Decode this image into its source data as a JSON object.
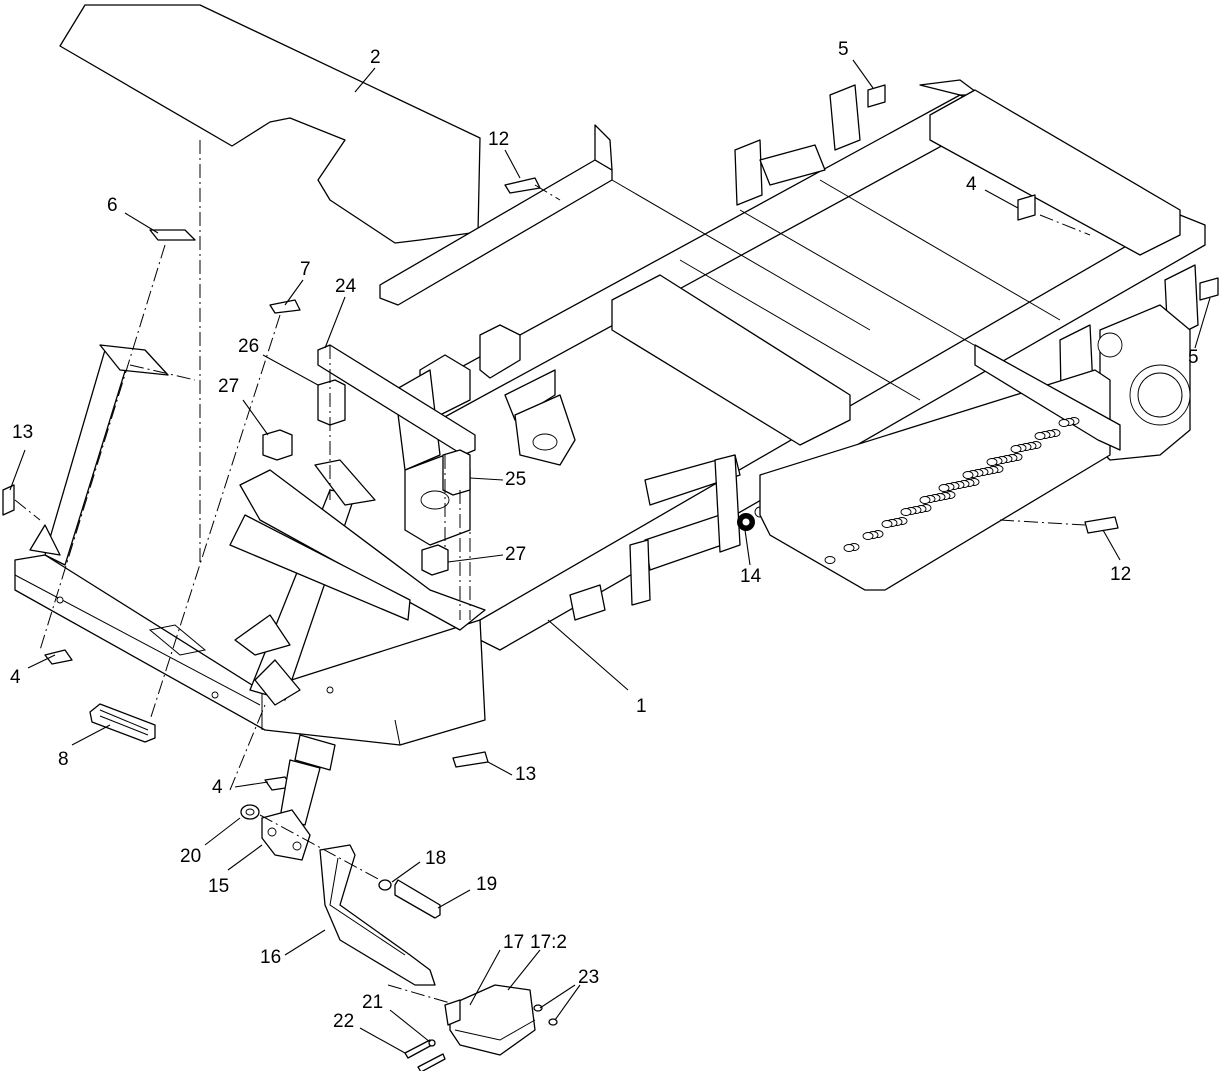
{
  "callouts": [
    {
      "id": "c2",
      "text": "2"
    },
    {
      "id": "c5a",
      "text": "5"
    },
    {
      "id": "c12a",
      "text": "12"
    },
    {
      "id": "c4a",
      "text": "4"
    },
    {
      "id": "c6",
      "text": "6"
    },
    {
      "id": "c7",
      "text": "7"
    },
    {
      "id": "c24",
      "text": "24"
    },
    {
      "id": "c26",
      "text": "26"
    },
    {
      "id": "c27a",
      "text": "27"
    },
    {
      "id": "c13a",
      "text": "13"
    },
    {
      "id": "c5b",
      "text": "5"
    },
    {
      "id": "c25",
      "text": "25"
    },
    {
      "id": "c27b",
      "text": "27"
    },
    {
      "id": "c14",
      "text": "14"
    },
    {
      "id": "c12b",
      "text": "12"
    },
    {
      "id": "c1",
      "text": "1"
    },
    {
      "id": "c4b",
      "text": "4"
    },
    {
      "id": "c8",
      "text": "8"
    },
    {
      "id": "c13b",
      "text": "13"
    },
    {
      "id": "c4c",
      "text": "4"
    },
    {
      "id": "c20",
      "text": "20"
    },
    {
      "id": "c18",
      "text": "18"
    },
    {
      "id": "c19",
      "text": "19"
    },
    {
      "id": "c15",
      "text": "15"
    },
    {
      "id": "c16",
      "text": "16"
    },
    {
      "id": "c17",
      "text": "17"
    },
    {
      "id": "c172",
      "text": "17:2"
    },
    {
      "id": "c23",
      "text": "23"
    },
    {
      "id": "c21",
      "text": "21"
    },
    {
      "id": "c22",
      "text": "22"
    }
  ]
}
